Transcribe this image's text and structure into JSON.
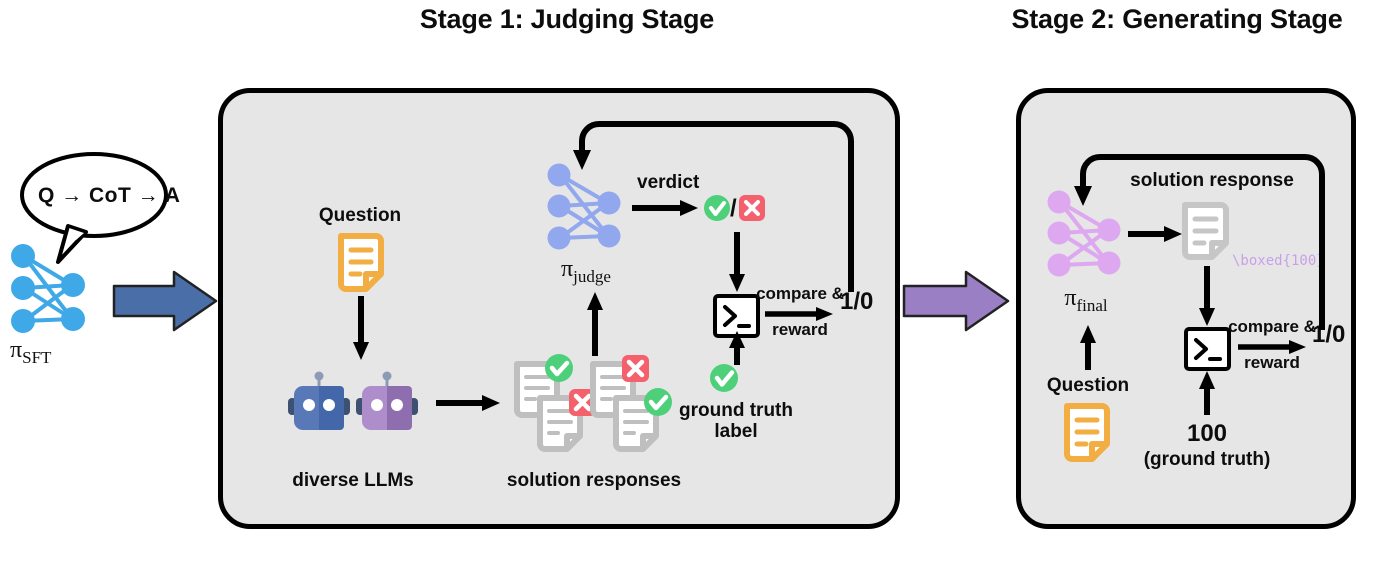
{
  "figure": {
    "type": "pipeline-diagram",
    "title_stage1": "Stage 1: Judging Stage",
    "title_stage2": "Stage 2: Generating Stage"
  },
  "colors": {
    "panel_bg": "#e6e6e6",
    "panel_border": "#000000",
    "sft_net": "#3FA9E8",
    "judge_net": "#92A8EE",
    "final_net": "#DDA8F0",
    "arrow_blue": "#4A6FA8",
    "arrow_purple": "#9B7FC4",
    "question_doc": "#F2AE43",
    "response_doc": "#BFBFBF",
    "check_green": "#4ED07A",
    "cross_red": "#F4606C",
    "robot_blue": "#5878B8",
    "robot_purple": "#A182C4",
    "boxed_text": "#C9A0E8"
  },
  "sft": {
    "bubble_text": "Q → CoT → A",
    "policy_label_pi": "π",
    "policy_label_sub": "SFT",
    "net_icon": "neural-network-icon"
  },
  "transition": {
    "arrow1": "blue-block-arrow",
    "arrow2": "purple-block-arrow"
  },
  "stage1": {
    "question_label": "Question",
    "question_icon": "document-icon",
    "llms_label": "diverse LLMs",
    "robot_icons": [
      "robot-blue-icon",
      "robot-purple-icon"
    ],
    "responses_label": "solution responses",
    "response_stacks": [
      {
        "top_badge": "check",
        "bottom_badge": "cross"
      },
      {
        "top_badge": "cross",
        "bottom_badge": "check"
      }
    ],
    "judge_pi": "π",
    "judge_pi_sub": "judge",
    "judge_net_icon": "neural-network-icon",
    "verdict_label": "verdict",
    "verdict_values": {
      "pass": "check-badge-icon",
      "separator": "/",
      "fail": "cross-badge-icon"
    },
    "ground_truth_label_line1": "ground truth",
    "ground_truth_label_line2": "label",
    "ground_truth_badge": "check-badge-icon",
    "terminal_icon": "terminal-icon",
    "compare_label_line1": "compare &",
    "compare_label_line2": "reward",
    "reward_value": "1/0"
  },
  "stage2": {
    "final_pi": "π",
    "final_pi_sub": "final",
    "final_net_icon": "neural-network-icon",
    "solution_label": "solution response",
    "solution_icon": "document-icon",
    "boxed_answer": "\\boxed{100}",
    "question_label": "Question",
    "question_icon": "document-icon",
    "ground_truth_value": "100",
    "ground_truth_note": "(ground truth)",
    "terminal_icon": "terminal-icon",
    "compare_label_line1": "compare &",
    "compare_label_line2": "reward",
    "reward_value": "1/0"
  }
}
